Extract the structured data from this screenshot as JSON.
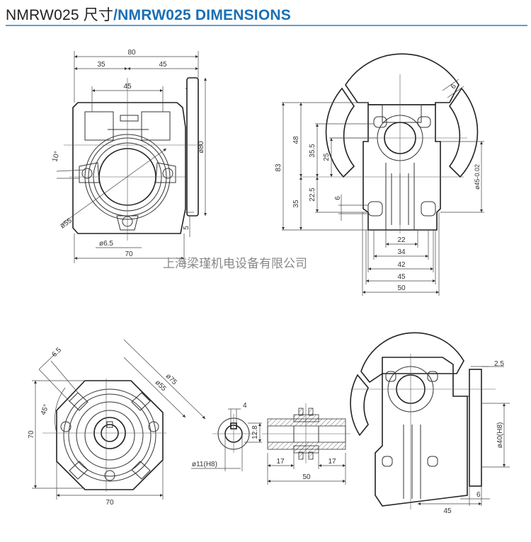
{
  "title": {
    "model_cn": "NMRW025 尺寸",
    "model_en": "/NMRW025 DIMENSIONS"
  },
  "watermark": "上海梁瑾机电设备有限公司",
  "front_view": {
    "d80": "80",
    "d35": "35",
    "d45_top": "45",
    "d45_holes": "45",
    "flange_dia": "ø80",
    "angle": "10°",
    "bore_dia": "ø55",
    "hole_dia": "ø6.5",
    "d5": "5",
    "d70": "70"
  },
  "side_view": {
    "d83": "83",
    "d48": "48",
    "d35_5": "35.5",
    "d25": "25",
    "d35": "35",
    "d22_5": "22.5",
    "d6_left": "6",
    "d6_top": "6",
    "flange_dia": "ø45-0.02",
    "w22": "22",
    "w34": "34",
    "w42": "42",
    "w45": "45",
    "w50": "50"
  },
  "flange_view": {
    "d6_5": "6.5",
    "d75": "ø75",
    "d55": "ø55",
    "angle": "45°",
    "h70": "70",
    "w70": "70"
  },
  "shaft_end": {
    "key": "4",
    "height": "12.8",
    "bore": "ø11(H8)"
  },
  "hollow_shaft": {
    "l17a": "17",
    "l17b": "17",
    "l50": "50"
  },
  "flanged_view": {
    "d2_5": "2.5",
    "bore": "ø40(H8)",
    "d6": "6",
    "d45": "45"
  }
}
